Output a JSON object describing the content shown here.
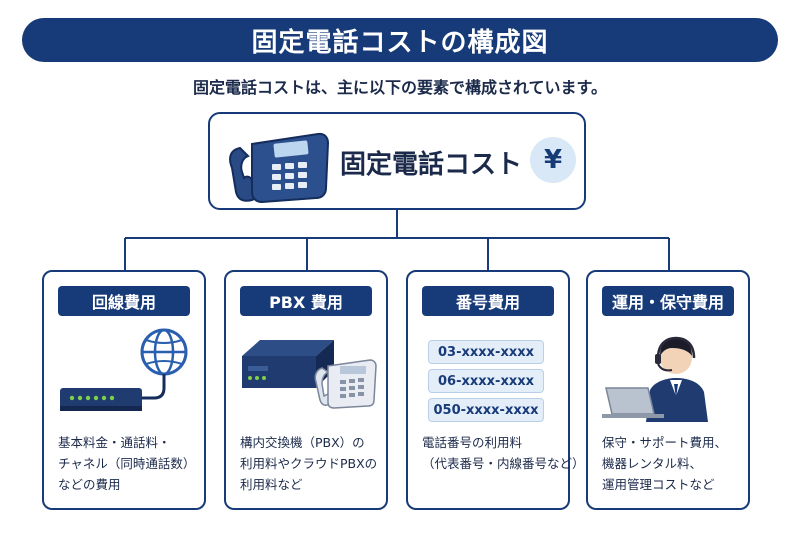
{
  "title": "固定電話コストの構成図",
  "subtitle": "固定電話コストは、主に以下の要素で構成されています。",
  "root": {
    "label": "固定電話コスト",
    "yen_symbol": "¥"
  },
  "categories": [
    {
      "heading": "回線費用",
      "description": [
        "基本料金・通話料・",
        "チャネル（同時通話数）",
        "などの費用"
      ]
    },
    {
      "heading": "PBX 費用",
      "description": [
        "構内交換機（PBX）の",
        "利用料やクラウドPBXの",
        "利用料など"
      ]
    },
    {
      "heading": "番号費用",
      "numbers": [
        "03-xxxx-xxxx",
        "06-xxxx-xxxx",
        "050-xxxx-xxxx"
      ],
      "description": [
        "電話番号の利用料",
        "（代表番号・内線番号など）"
      ]
    },
    {
      "heading": "運用・保守費用",
      "description": [
        "保守・サポート費用、",
        "機器レンタル料、",
        "運用管理コストなど"
      ]
    }
  ],
  "colors": {
    "navy": "#173a78",
    "light_blue": "#d8e8f7"
  },
  "icons": [
    "desk-phone-icon",
    "yen-icon",
    "router-icon",
    "globe-icon",
    "pbx-server-icon",
    "operator-icon",
    "laptop-icon"
  ]
}
